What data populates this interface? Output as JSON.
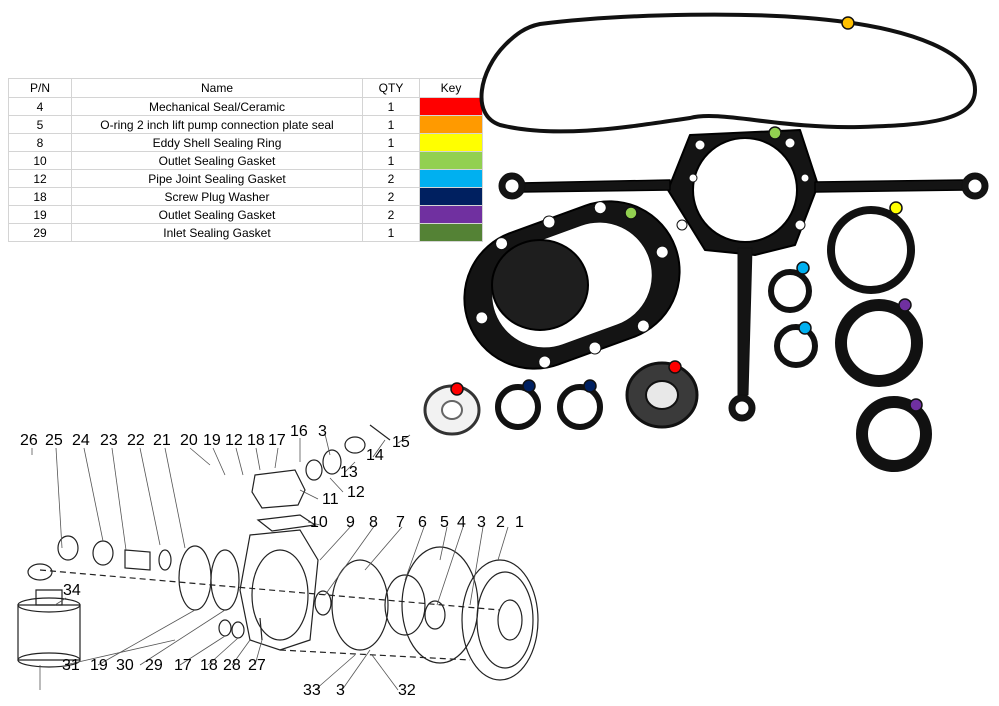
{
  "table": {
    "headers": {
      "pn": "P/N",
      "name": "Name",
      "qty": "QTY",
      "key": "Key"
    },
    "rows": [
      {
        "pn": "4",
        "name": "Mechanical Seal/Ceramic",
        "qty": "1",
        "color": "#ff0000"
      },
      {
        "pn": "5",
        "name": "O-ring 2 inch lift pump connection plate seal",
        "qty": "1",
        "color": "#ff9a00"
      },
      {
        "pn": "8",
        "name": "Eddy Shell Sealing Ring",
        "qty": "1",
        "color": "#ffff00"
      },
      {
        "pn": "10",
        "name": "Outlet Sealing Gasket",
        "qty": "1",
        "color": "#92d050"
      },
      {
        "pn": "12",
        "name": "Pipe Joint Sealing Gasket",
        "qty": "2",
        "color": "#00b0f0"
      },
      {
        "pn": "18",
        "name": "Screw Plug Washer",
        "qty": "2",
        "color": "#002060"
      },
      {
        "pn": "19",
        "name": "Outlet Sealing Gasket",
        "qty": "2",
        "color": "#7030a0"
      },
      {
        "pn": "29",
        "name": "Inlet Sealing Gasket",
        "qty": "1",
        "color": "#548235"
      }
    ]
  },
  "callouts": {
    "top_row": [
      "26",
      "25",
      "24",
      "23",
      "22",
      "21",
      "20",
      "19",
      "12",
      "18",
      "17",
      "16",
      "3",
      "13",
      "14",
      "15",
      "12",
      "11"
    ],
    "middle_row": [
      "10",
      "9",
      "8",
      "7",
      "6",
      "5",
      "4",
      "3",
      "2",
      "1",
      "34"
    ],
    "bottom_row": [
      "31",
      "19",
      "30",
      "29",
      "17",
      "18",
      "28",
      "27",
      "33",
      "3",
      "32"
    ]
  }
}
